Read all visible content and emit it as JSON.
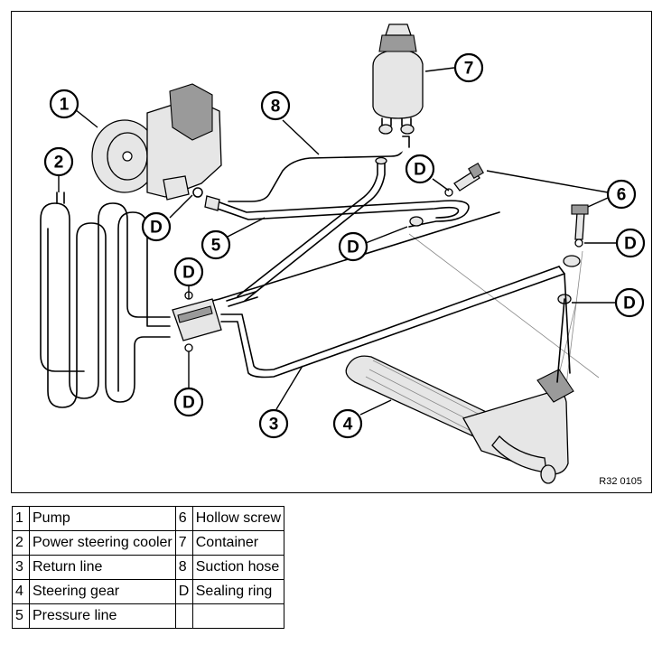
{
  "figure": {
    "reference_code": "R32 0105",
    "callouts": {
      "c1": "1",
      "c2": "2",
      "c3": "3",
      "c4": "4",
      "c5": "5",
      "c6": "6",
      "c7": "7",
      "c8": "8",
      "d1": "D",
      "d2": "D",
      "d3": "D",
      "d4": "D",
      "d5": "D",
      "d6": "D",
      "d7": "D"
    }
  },
  "legend": {
    "rows": [
      {
        "num": "1",
        "label": "Pump",
        "num2": "6",
        "label2": "Hollow screw"
      },
      {
        "num": "2",
        "label": "Power steering cooler",
        "num2": "7",
        "label2": "Container"
      },
      {
        "num": "3",
        "label": "Return line",
        "num2": "8",
        "label2": "Suction hose"
      },
      {
        "num": "4",
        "label": "Steering gear",
        "num2": "D",
        "label2": "Sealing ring"
      },
      {
        "num": "5",
        "label": "Pressure line",
        "num2": "",
        "label2": ""
      }
    ]
  }
}
